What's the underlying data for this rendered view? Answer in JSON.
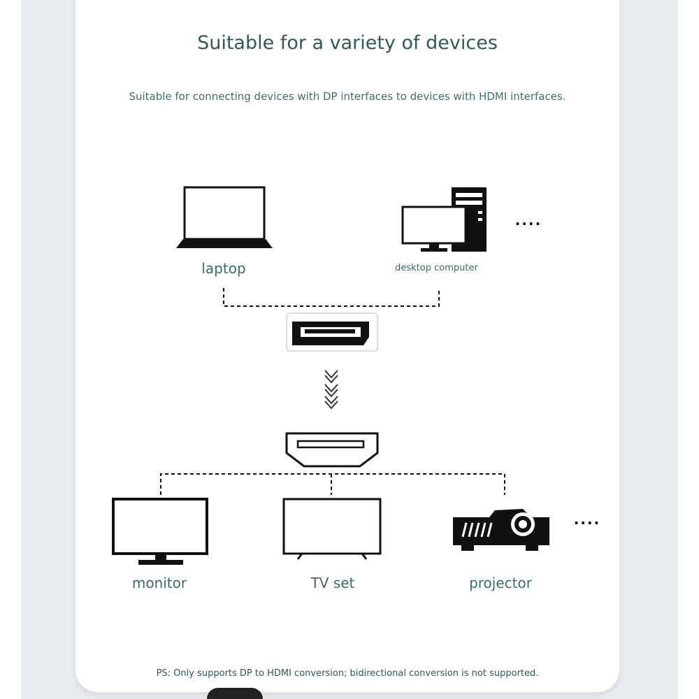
{
  "title": "Suitable for a variety of devices",
  "subtitle": "Suitable for connecting devices with DP interfaces to devices with HDMI interfaces.",
  "sources": {
    "laptop": "laptop",
    "desktop": "desktop computer",
    "more": "····"
  },
  "targets": {
    "monitor": "monitor",
    "tv": "TV set",
    "projector": "projector",
    "more": "····"
  },
  "footnote": "PS: Only supports DP to HDMI conversion; bidirectional conversion is not supported.",
  "colors": {
    "text_accent": "#3b6b66",
    "icon": "#111111",
    "background": "#e9ecef"
  }
}
